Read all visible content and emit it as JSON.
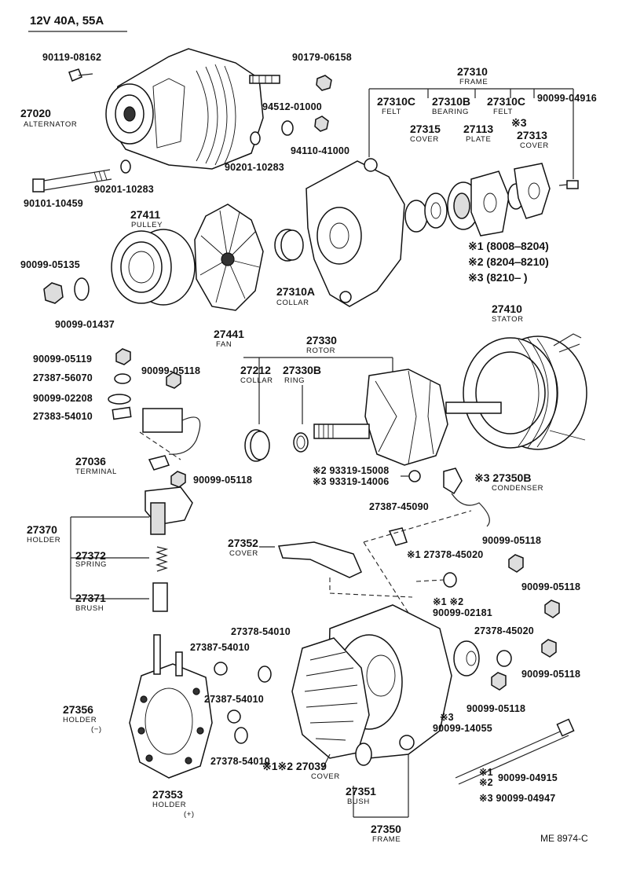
{
  "header": {
    "title": "12V  40A, 55A"
  },
  "footer": {
    "ref": "ME  8974-C"
  },
  "labels": {
    "p90119": "90119-08162",
    "p27020": "27020",
    "p27020n": "ALTERNATOR",
    "p90179": "90179-06158",
    "p94512": "94512-01000",
    "p94110": "94110-41000",
    "p90201a": "90201-10283",
    "p90201b": "90201-10283",
    "p90101": "90101-10459",
    "p27411": "27411",
    "p27411n": "PULLEY",
    "p90099_05135": "90099-05135",
    "p90099_01437": "90099-01437",
    "p27441": "27441",
    "p27441n": "FAN",
    "p27310A": "27310A",
    "p27310An": "COLLAR",
    "p27310": "27310",
    "p27310n": "FRAME",
    "p27310C1": "27310C",
    "p27310C1n": "FELT",
    "p27310B": "27310B",
    "p27310Bn": "BEARING",
    "p27310C2": "27310C",
    "p27310C2n": "FELT",
    "p90099_04916": "90099-04916",
    "p27315": "27315",
    "p27315n": "COVER",
    "p27113": "27113",
    "p27113n": "PLATE",
    "star3a": "※3",
    "p27313": "27313",
    "p27313n": "COVER",
    "note1": "※1 (8008‒8204)",
    "note2": "※2 (8204‒8210)",
    "note3": "※3 (8210‒      )",
    "p27410": "27410",
    "p27410n": "STATOR",
    "p27330": "27330",
    "p27330n": "ROTOR",
    "p27212": "27212",
    "p27212n": "COLLAR",
    "p27330B": "27330B",
    "p27330Bn": "RING",
    "p90099_05119": "90099-05119",
    "p27387_56070": "27387-56070",
    "p90099_05118a": "90099-05118",
    "p90099_02208": "90099-02208",
    "p27383": "27383-54010",
    "p27036": "27036",
    "p27036n": "TERMINAL",
    "p90099_05118b": "90099-05118",
    "p93319a": "※2 93319-15008",
    "p93319b": "※3 93319-14006",
    "p27350B": "※3 27350B",
    "p27350Bn": "CONDENSER",
    "p27370": "27370",
    "p27370n": "HOLDER",
    "p27372": "27372",
    "p27372n": "SPRING",
    "p27371": "27371",
    "p27371n": "BRUSH",
    "p27387_45090": "27387-45090",
    "p27352": "27352",
    "p27352n": "COVER",
    "p90099_05118c": "90099-05118",
    "p27378_45020a": "※1 27378-45020",
    "p90099_05118d": "90099-05118",
    "star12": "※1 ※2",
    "p90099_02181": "90099-02181",
    "p27378_54010a": "27378-54010",
    "p27387_54010a": "27387-54010",
    "p27378_45020b": "27378-45020",
    "p90099_05118e": "90099-05118",
    "p90099_05118f": "90099-05118",
    "p27356": "27356",
    "p27356n": "HOLDER",
    "p27356s": "(−)",
    "p27387_54010b": "27387-54010",
    "star3b": "※3",
    "p90099_14055": "90099-14055",
    "p27378_54010b": "27378-54010",
    "p27039": "※1※2 27039",
    "p27039n": "COVER",
    "p27351": "27351",
    "p27351n": "BUSH",
    "p27353": "27353",
    "p27353n": "HOLDER",
    "p27353s": "(+)",
    "p27350": "27350",
    "p27350n": "FRAME",
    "star1": "※1",
    "star2": "※2",
    "p90099_04915": "90099-04915",
    "p90099_04947": "※3 90099-04947"
  }
}
